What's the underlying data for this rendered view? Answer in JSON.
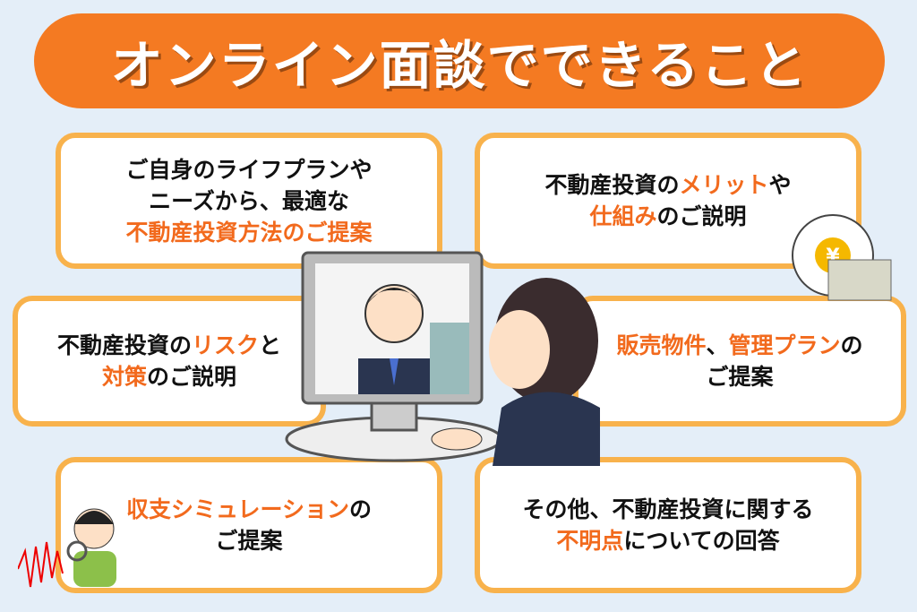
{
  "title": "オンライン面談でできること",
  "colors": {
    "accent": "#f47a22",
    "border": "#f8b24c",
    "highlight": "#f26a1d",
    "background": "#e4eef8"
  },
  "cards": [
    {
      "lines": [
        [
          {
            "t": "ご自身のライフプランや",
            "o": false
          }
        ],
        [
          {
            "t": "ニーズから、最適な",
            "o": false
          }
        ],
        [
          {
            "t": "不動産投資方法のご提案",
            "o": true
          }
        ]
      ]
    },
    {
      "lines": [
        [
          {
            "t": "不動産投資の",
            "o": false
          },
          {
            "t": "メリット",
            "o": true
          },
          {
            "t": "や",
            "o": false
          }
        ],
        [
          {
            "t": "仕組み",
            "o": true
          },
          {
            "t": "のご説明",
            "o": false
          }
        ]
      ]
    },
    {
      "lines": [
        [
          {
            "t": "不動産投資の",
            "o": false
          },
          {
            "t": "リスク",
            "o": true
          },
          {
            "t": "と",
            "o": false
          }
        ],
        [
          {
            "t": "対策",
            "o": true
          },
          {
            "t": "のご説明",
            "o": false
          }
        ]
      ]
    },
    {
      "lines": [
        [
          {
            "t": "販売物件",
            "o": true
          },
          {
            "t": "、",
            "o": false
          },
          {
            "t": "管理プラン",
            "o": true
          },
          {
            "t": "の",
            "o": false
          }
        ],
        [
          {
            "t": "ご提案",
            "o": false
          }
        ]
      ]
    },
    {
      "lines": [
        [
          {
            "t": "収支シミュレーション",
            "o": true
          },
          {
            "t": "の",
            "o": false
          }
        ],
        [
          {
            "t": "ご提案",
            "o": false
          }
        ]
      ]
    },
    {
      "lines": [
        [
          {
            "t": "その他、不動産投資に関する",
            "o": false
          }
        ],
        [
          {
            "t": "不明点",
            "o": true
          },
          {
            "t": "についての回答",
            "o": false
          }
        ]
      ]
    }
  ],
  "money_bag_symbol": "¥"
}
